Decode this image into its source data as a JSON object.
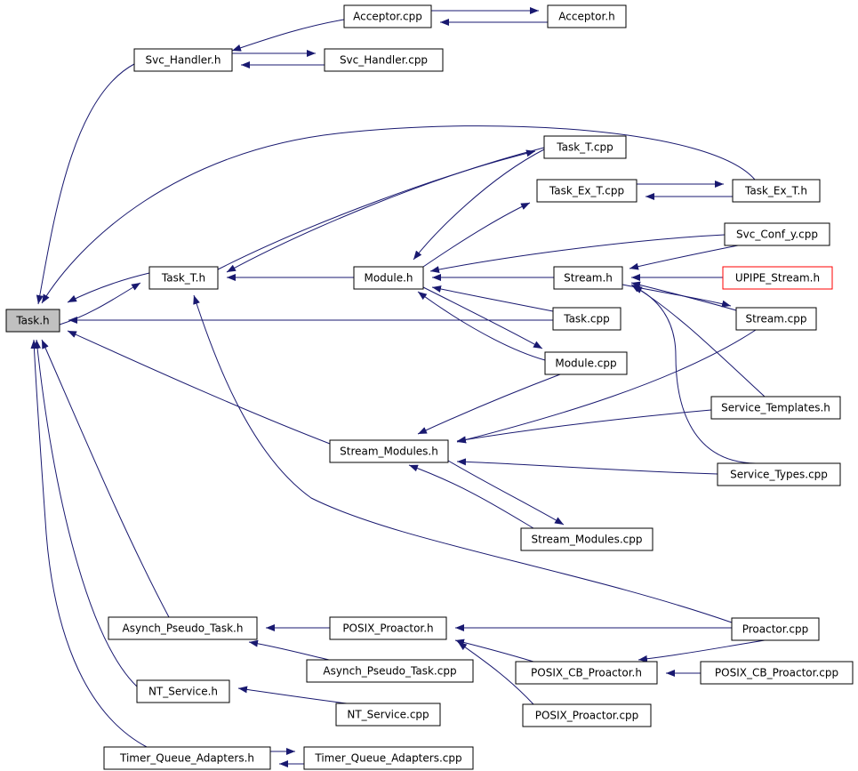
{
  "colors": {
    "edge": "#191970",
    "focus_fill": "#c0c0c0",
    "border": "#000000",
    "missing_border": "#ff0000"
  },
  "nodes": [
    {
      "id": "acceptor_cpp",
      "label": "Acceptor.cpp"
    },
    {
      "id": "acceptor_h",
      "label": "Acceptor.h"
    },
    {
      "id": "svc_handler_h",
      "label": "Svc_Handler.h"
    },
    {
      "id": "svc_handler_cpp",
      "label": "Svc_Handler.cpp"
    },
    {
      "id": "task_t_cpp",
      "label": "Task_T.cpp"
    },
    {
      "id": "task_ex_t_cpp",
      "label": "Task_Ex_T.cpp"
    },
    {
      "id": "task_ex_t_h",
      "label": "Task_Ex_T.h"
    },
    {
      "id": "svc_conf_y_cpp",
      "label": "Svc_Conf_y.cpp"
    },
    {
      "id": "task_t_h",
      "label": "Task_T.h"
    },
    {
      "id": "module_h",
      "label": "Module.h"
    },
    {
      "id": "stream_h",
      "label": "Stream.h"
    },
    {
      "id": "upipe_stream_h",
      "label": "UPIPE_Stream.h",
      "missing": true
    },
    {
      "id": "task_h",
      "label": "Task.h",
      "focus": true
    },
    {
      "id": "task_cpp",
      "label": "Task.cpp"
    },
    {
      "id": "stream_cpp",
      "label": "Stream.cpp"
    },
    {
      "id": "module_cpp",
      "label": "Module.cpp"
    },
    {
      "id": "service_templates_h",
      "label": "Service_Templates.h"
    },
    {
      "id": "stream_modules_h",
      "label": "Stream_Modules.h"
    },
    {
      "id": "service_types_cpp",
      "label": "Service_Types.cpp"
    },
    {
      "id": "stream_modules_cpp",
      "label": "Stream_Modules.cpp"
    },
    {
      "id": "asynch_pseudo_task_h",
      "label": "Asynch_Pseudo_Task.h"
    },
    {
      "id": "posix_proactor_h",
      "label": "POSIX_Proactor.h"
    },
    {
      "id": "proactor_cpp",
      "label": "Proactor.cpp"
    },
    {
      "id": "asynch_pseudo_task_cpp",
      "label": "Asynch_Pseudo_Task.cpp"
    },
    {
      "id": "posix_cb_proactor_h",
      "label": "POSIX_CB_Proactor.h"
    },
    {
      "id": "posix_cb_proactor_cpp",
      "label": "POSIX_CB_Proactor.cpp"
    },
    {
      "id": "nt_service_h",
      "label": "NT_Service.h"
    },
    {
      "id": "nt_service_cpp",
      "label": "NT_Service.cpp"
    },
    {
      "id": "posix_proactor_cpp",
      "label": "POSIX_Proactor.cpp"
    },
    {
      "id": "timer_queue_adapters_h",
      "label": "Timer_Queue_Adapters.h"
    },
    {
      "id": "timer_queue_adapters_cpp",
      "label": "Timer_Queue_Adapters.cpp"
    }
  ],
  "edges": [
    {
      "from": "acceptor_cpp",
      "to": "acceptor_h"
    },
    {
      "from": "acceptor_h",
      "to": "acceptor_cpp"
    },
    {
      "from": "acceptor_cpp",
      "to": "svc_handler_h"
    },
    {
      "from": "svc_handler_h",
      "to": "svc_handler_cpp"
    },
    {
      "from": "svc_handler_cpp",
      "to": "svc_handler_h"
    },
    {
      "from": "svc_handler_h",
      "to": "task_h"
    },
    {
      "from": "task_ex_t_h",
      "to": "task_h"
    },
    {
      "from": "task_t_h",
      "to": "task_h"
    },
    {
      "from": "task_h",
      "to": "task_t_h"
    },
    {
      "from": "task_t_cpp",
      "to": "task_t_h"
    },
    {
      "from": "task_t_h",
      "to": "task_t_cpp"
    },
    {
      "from": "module_h",
      "to": "task_t_h"
    },
    {
      "from": "task_t_cpp",
      "to": "module_h"
    },
    {
      "from": "module_h",
      "to": "task_ex_t_cpp"
    },
    {
      "from": "task_ex_t_cpp",
      "to": "task_ex_t_h"
    },
    {
      "from": "task_ex_t_h",
      "to": "task_ex_t_cpp"
    },
    {
      "from": "svc_conf_y_cpp",
      "to": "module_h"
    },
    {
      "from": "stream_h",
      "to": "module_h"
    },
    {
      "from": "svc_conf_y_cpp",
      "to": "stream_h"
    },
    {
      "from": "upipe_stream_h",
      "to": "stream_h"
    },
    {
      "from": "stream_cpp",
      "to": "stream_h"
    },
    {
      "from": "stream_h",
      "to": "stream_cpp"
    },
    {
      "from": "service_templates_h",
      "to": "stream_h"
    },
    {
      "from": "service_types_cpp",
      "to": "stream_h"
    },
    {
      "from": "task_cpp",
      "to": "module_h"
    },
    {
      "from": "task_cpp",
      "to": "task_h"
    },
    {
      "from": "module_cpp",
      "to": "module_h"
    },
    {
      "from": "module_h",
      "to": "module_cpp"
    },
    {
      "from": "stream_modules_h",
      "to": "task_h"
    },
    {
      "from": "module_cpp",
      "to": "stream_modules_h"
    },
    {
      "from": "stream_cpp",
      "to": "stream_modules_h"
    },
    {
      "from": "service_templates_h",
      "to": "stream_modules_h"
    },
    {
      "from": "service_types_cpp",
      "to": "stream_modules_h"
    },
    {
      "from": "stream_modules_cpp",
      "to": "stream_modules_h"
    },
    {
      "from": "stream_modules_h",
      "to": "stream_modules_cpp"
    },
    {
      "from": "proactor_cpp",
      "to": "task_t_h"
    },
    {
      "from": "asynch_pseudo_task_h",
      "to": "task_h"
    },
    {
      "from": "posix_proactor_h",
      "to": "asynch_pseudo_task_h"
    },
    {
      "from": "asynch_pseudo_task_cpp",
      "to": "asynch_pseudo_task_h"
    },
    {
      "from": "proactor_cpp",
      "to": "posix_proactor_h"
    },
    {
      "from": "posix_cb_proactor_h",
      "to": "posix_proactor_h"
    },
    {
      "from": "posix_proactor_cpp",
      "to": "posix_proactor_h"
    },
    {
      "from": "proactor_cpp",
      "to": "posix_cb_proactor_h"
    },
    {
      "from": "posix_cb_proactor_cpp",
      "to": "posix_cb_proactor_h"
    },
    {
      "from": "nt_service_h",
      "to": "task_h"
    },
    {
      "from": "nt_service_cpp",
      "to": "nt_service_h"
    },
    {
      "from": "timer_queue_adapters_h",
      "to": "task_h"
    },
    {
      "from": "timer_queue_adapters_h",
      "to": "timer_queue_adapters_cpp"
    },
    {
      "from": "timer_queue_adapters_cpp",
      "to": "timer_queue_adapters_h"
    }
  ]
}
